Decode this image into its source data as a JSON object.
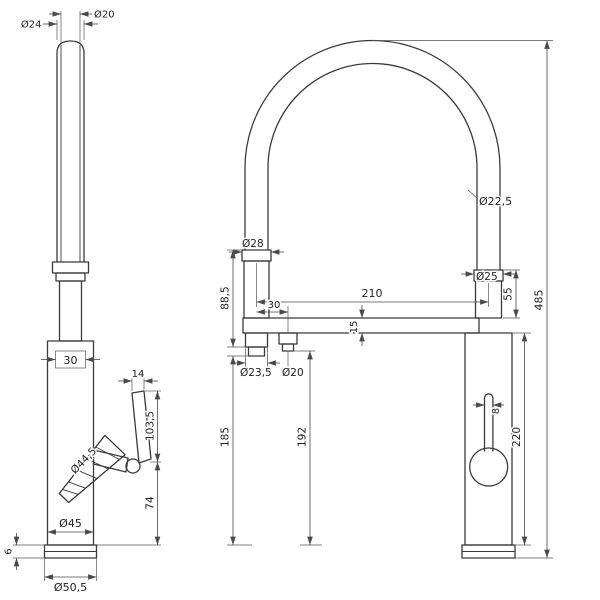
{
  "drawing": {
    "background": "#ffffff",
    "line_color": "#3a3a3a",
    "views": {
      "side": {
        "top_outer_diameter": "Ø24",
        "top_inner_diameter": "Ø20",
        "neck_width": "30",
        "handle_width": "14",
        "handle_length": "103,5",
        "spray_head_diameter": "Ø44,5",
        "body_diameter": "Ø45",
        "handle_to_base": "74",
        "base_plate_height": "6",
        "base_diameter": "Ø50,5"
      },
      "front": {
        "hose_diameter": "Ø22,5",
        "holder_top_diameter": "Ø28",
        "neck_diameter": "Ø25",
        "holder_height": "88,5",
        "spout_span": "210",
        "outlet_offset": "30",
        "neck_height": "55",
        "total_height": "485",
        "spout_thickness": "15",
        "connector_diameter": "Ø23,5",
        "outlet_diameter": "Ø20",
        "left_clearance_height": "185",
        "outlet_height": "192",
        "body_height": "220",
        "slot_width": "8"
      }
    }
  }
}
